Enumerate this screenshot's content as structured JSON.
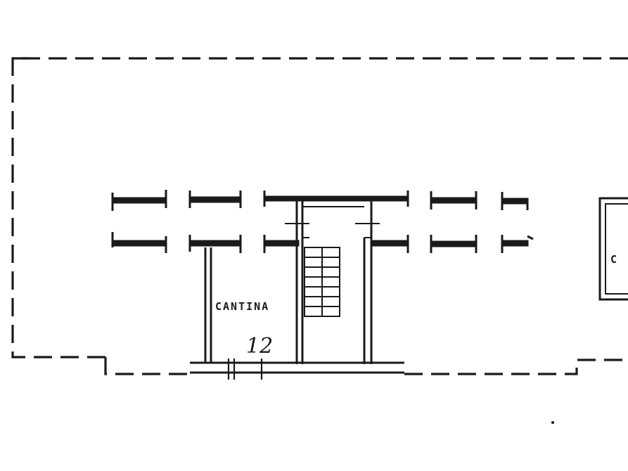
{
  "plan": {
    "room_label": "CANTINA",
    "unit_number": "12",
    "right_room_partial_label": "C"
  }
}
